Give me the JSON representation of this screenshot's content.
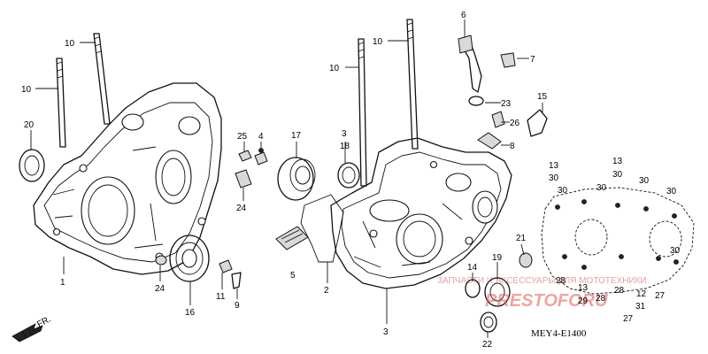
{
  "diagram": {
    "code": "MEY4-E1400",
    "direction_label": "FR.",
    "watermark": {
      "brand": "PRESTOFORU",
      "tagline": "ЗАПЧАСТИ И АКСЕССУАРЫ ДЛЯ МОТОТЕХНИКИ"
    },
    "parts": [
      {
        "id": "l10a",
        "label": "10"
      },
      {
        "id": "l10b",
        "label": "10"
      },
      {
        "id": "l20",
        "label": "20"
      },
      {
        "id": "l1",
        "label": "1"
      },
      {
        "id": "l24a",
        "label": "24"
      },
      {
        "id": "l16",
        "label": "16"
      },
      {
        "id": "l25",
        "label": "25"
      },
      {
        "id": "l4",
        "label": "4"
      },
      {
        "id": "l24b",
        "label": "24"
      },
      {
        "id": "l11",
        "label": "11"
      },
      {
        "id": "l9",
        "label": "9"
      },
      {
        "id": "l17",
        "label": "17"
      },
      {
        "id": "l5",
        "label": "5"
      },
      {
        "id": "l2",
        "label": "2"
      },
      {
        "id": "l3a",
        "label": "3"
      },
      {
        "id": "l18",
        "label": "18"
      },
      {
        "id": "l10c",
        "label": "10"
      },
      {
        "id": "l10d",
        "label": "10"
      },
      {
        "id": "l3b",
        "label": "3"
      },
      {
        "id": "l6",
        "label": "6"
      },
      {
        "id": "l7",
        "label": "7"
      },
      {
        "id": "l23",
        "label": "23"
      },
      {
        "id": "l26",
        "label": "26"
      },
      {
        "id": "l8",
        "label": "8"
      },
      {
        "id": "l15",
        "label": "15"
      },
      {
        "id": "l21",
        "label": "21"
      },
      {
        "id": "l14",
        "label": "14"
      },
      {
        "id": "l19",
        "label": "19"
      },
      {
        "id": "l22",
        "label": "22"
      },
      {
        "id": "l13a",
        "label": "13"
      },
      {
        "id": "l30a",
        "label": "30"
      },
      {
        "id": "l30b",
        "label": "30"
      },
      {
        "id": "l30c",
        "label": "30"
      },
      {
        "id": "l13b",
        "label": "13"
      },
      {
        "id": "l30d",
        "label": "30"
      },
      {
        "id": "l30e",
        "label": "30"
      },
      {
        "id": "l30f",
        "label": "30"
      },
      {
        "id": "l30g",
        "label": "30"
      },
      {
        "id": "l28a",
        "label": "28"
      },
      {
        "id": "l13c",
        "label": "13"
      },
      {
        "id": "l29",
        "label": "29"
      },
      {
        "id": "l28b",
        "label": "28"
      },
      {
        "id": "l28c",
        "label": "28"
      },
      {
        "id": "l12",
        "label": "12"
      },
      {
        "id": "l31",
        "label": "31"
      },
      {
        "id": "l27a",
        "label": "27"
      },
      {
        "id": "l27b",
        "label": "27"
      }
    ]
  }
}
